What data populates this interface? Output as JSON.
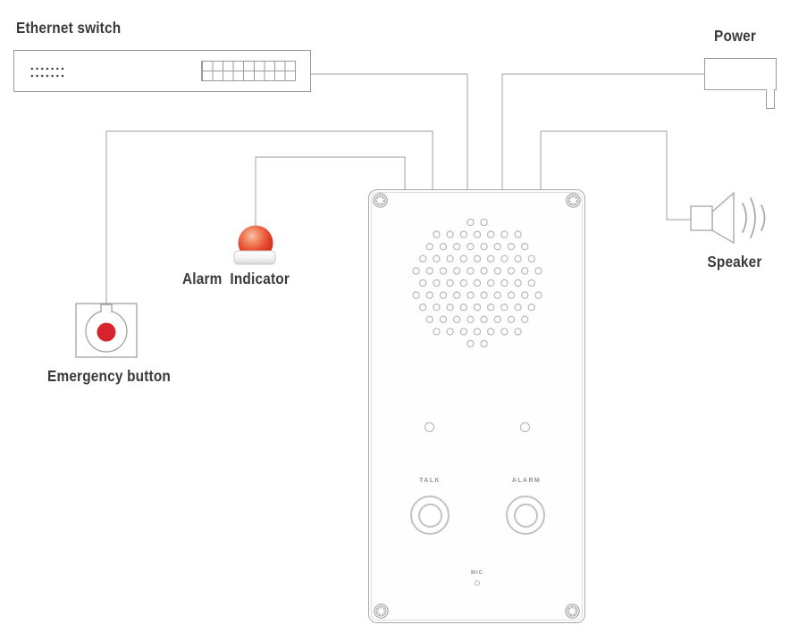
{
  "diagram": {
    "type": "wiring-diagram",
    "subject": "emergency intercom panel connection diagram",
    "labels": {
      "ethernet_switch": "Ethernet switch",
      "power": "Power",
      "speaker": "Speaker",
      "alarm_indicator": "Alarm Indicator",
      "emergency_button": "Emergency button"
    },
    "panel": {
      "talk": "TALK",
      "alarm": "ALARM",
      "mic": "MIC"
    },
    "connections": [
      {
        "from": "ethernet_switch",
        "to": "intercom_panel"
      },
      {
        "from": "power",
        "to": "intercom_panel"
      },
      {
        "from": "speaker",
        "to": "intercom_panel"
      },
      {
        "from": "alarm_indicator",
        "to": "intercom_panel"
      },
      {
        "from": "emergency_button",
        "to": "intercom_panel"
      }
    ],
    "icons": [
      "ethernet-switch-icon",
      "power-adapter-icon",
      "speaker-horn-icon",
      "alarm-beacon-icon",
      "emergency-button-icon",
      "intercom-panel",
      "screw-icon",
      "speaker-grille",
      "led-hole",
      "talk-button",
      "alarm-button",
      "mic-hole"
    ],
    "colors": {
      "background": "#ffffff",
      "wire": "#b0b0b0",
      "outline": "#9b9b9b",
      "label_text": "#3a3a3a",
      "panel_text": "#929292",
      "alarm_beacon_red": "#e2402d",
      "emergency_red": "#d7232b"
    }
  }
}
